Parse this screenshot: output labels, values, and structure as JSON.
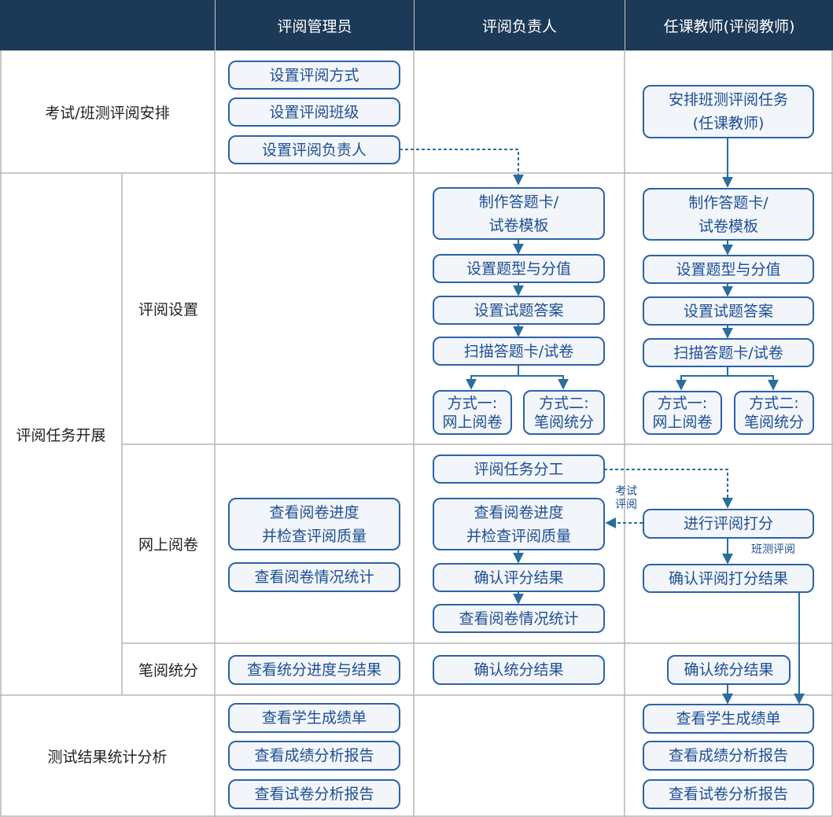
{
  "colors": {
    "header_bg": "#1c3a57",
    "box_border": "#2c62a8",
    "box_fill": "#f2f5fa",
    "text_blue": "#1d4f93",
    "arrow": "#2a6e9b",
    "grid": "#b5b5b5"
  },
  "headers": {
    "c1": "评阅管理员",
    "c2": "评阅负责人",
    "c3": "任课教师(评阅教师)"
  },
  "rows": {
    "arrange": "考试/班测评阅安排",
    "task": "评阅任务开展",
    "setup": "评阅设置",
    "online": "网上阅卷",
    "paper": "笔阅统分",
    "result": "测试结果统计分析"
  },
  "admin": {
    "set_method": "设置评阅方式",
    "set_class": "设置评阅班级",
    "set_owner": "设置评阅负责人",
    "check_progress": "查看阅卷进度\n并检查评阅质量",
    "view_stats": "查看阅卷情况统计",
    "view_score_progress": "查看统分进度与结果",
    "view_student_scores": "查看学生成绩单",
    "view_score_report": "查看成绩分析报告",
    "view_paper_report": "查看试卷分析报告"
  },
  "owner": {
    "make_card": "制作答题卡/\n试卷模板",
    "set_types": "设置题型与分值",
    "set_answers": "设置试题答案",
    "scan": "扫描答题卡/试卷",
    "mode1": "方式一:\n网上阅卷",
    "mode2": "方式二:\n笔阅统分",
    "assign": "评阅任务分工",
    "check_progress": "查看阅卷进度\n并检查评阅质量",
    "confirm_scores": "确认评分结果",
    "view_stats": "查看阅卷情况统计",
    "confirm_tally": "确认统分结果"
  },
  "teacher": {
    "arrange_task": "安排班测评阅任务\n(任课教师)",
    "make_card": "制作答题卡/\n试卷模板",
    "set_types": "设置题型与分值",
    "set_answers": "设置试题答案",
    "scan": "扫描答题卡/试卷",
    "mode1": "方式一:\n网上阅卷",
    "mode2": "方式二:\n笔阅统分",
    "grade": "进行评阅打分",
    "confirm_grade": "确认评阅打分结果",
    "confirm_tally": "确认统分结果",
    "view_student_scores": "查看学生成绩单",
    "view_score_report": "查看成绩分析报告",
    "view_paper_report": "查看试卷分析报告"
  },
  "notes": {
    "exam_review": "考试\n评阅",
    "class_review": "班测评阅"
  }
}
